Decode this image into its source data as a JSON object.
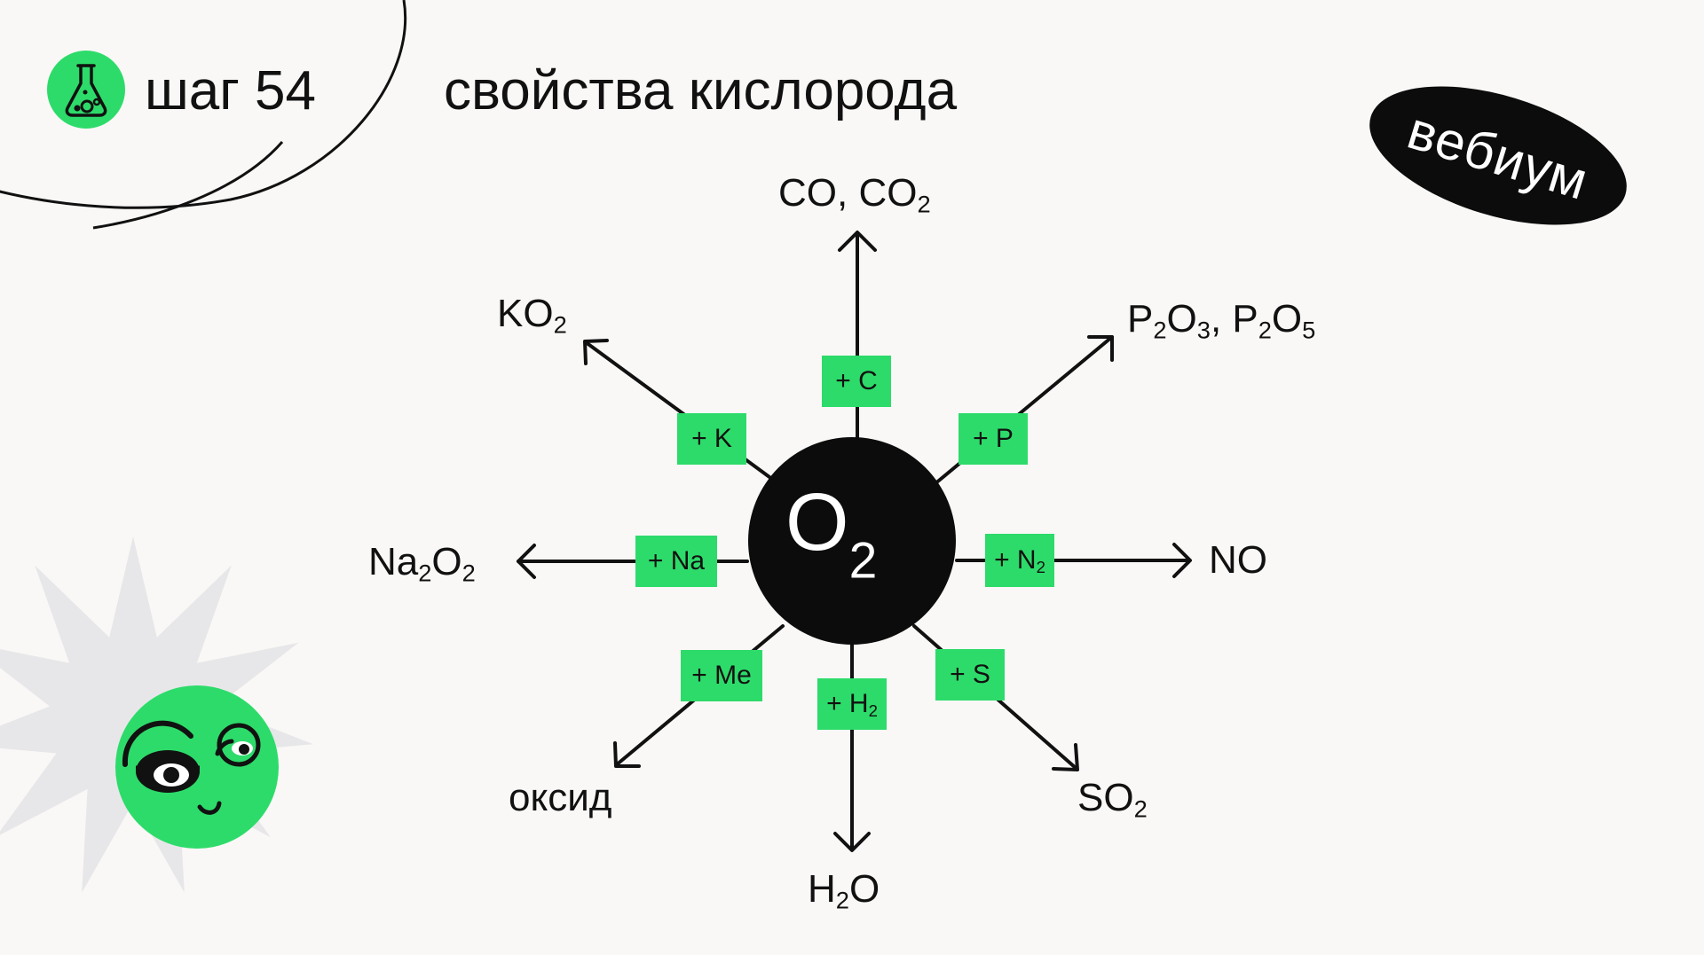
{
  "header": {
    "step": "шаг 54",
    "title": "свойства кислорода"
  },
  "brand": {
    "name": "вебиум"
  },
  "center": {
    "base": "O",
    "sub": "2"
  },
  "branches": [
    {
      "id": "c",
      "reagent": [
        {
          "t": "+ C"
        }
      ],
      "product": [
        {
          "t": "CO, CO"
        },
        {
          "s": "2"
        }
      ]
    },
    {
      "id": "p",
      "reagent": [
        {
          "t": "+ P"
        }
      ],
      "product": [
        {
          "t": "P"
        },
        {
          "s": "2"
        },
        {
          "t": "O"
        },
        {
          "s": "3"
        },
        {
          "t": ", P"
        },
        {
          "s": "2"
        },
        {
          "t": "O"
        },
        {
          "s": "5"
        }
      ]
    },
    {
      "id": "n2",
      "reagent": [
        {
          "t": "+ N"
        },
        {
          "s": "2"
        }
      ],
      "product": [
        {
          "t": "NO"
        }
      ]
    },
    {
      "id": "s",
      "reagent": [
        {
          "t": "+ S"
        }
      ],
      "product": [
        {
          "t": "SO"
        },
        {
          "s": "2"
        }
      ]
    },
    {
      "id": "h2",
      "reagent": [
        {
          "t": "+ H"
        },
        {
          "s": "2"
        }
      ],
      "product": [
        {
          "t": "H"
        },
        {
          "s": "2"
        },
        {
          "t": "O"
        }
      ]
    },
    {
      "id": "me",
      "reagent": [
        {
          "t": "+ Me"
        }
      ],
      "product": [
        {
          "t": "оксид"
        }
      ]
    },
    {
      "id": "na",
      "reagent": [
        {
          "t": "+ Na"
        }
      ],
      "product": [
        {
          "t": "Na"
        },
        {
          "s": "2"
        },
        {
          "t": "O"
        },
        {
          "s": "2"
        }
      ]
    },
    {
      "id": "k",
      "reagent": [
        {
          "t": "+ K"
        }
      ],
      "product": [
        {
          "t": "KO"
        },
        {
          "s": "2"
        }
      ]
    }
  ],
  "colors": {
    "accent": "#2ddb6a",
    "dark": "#0c0c0c",
    "background": "#faf8f6",
    "burst": "#e7e7e9"
  },
  "icons": [
    "flask-icon",
    "mascot-face-icon",
    "burst-star-icon"
  ]
}
